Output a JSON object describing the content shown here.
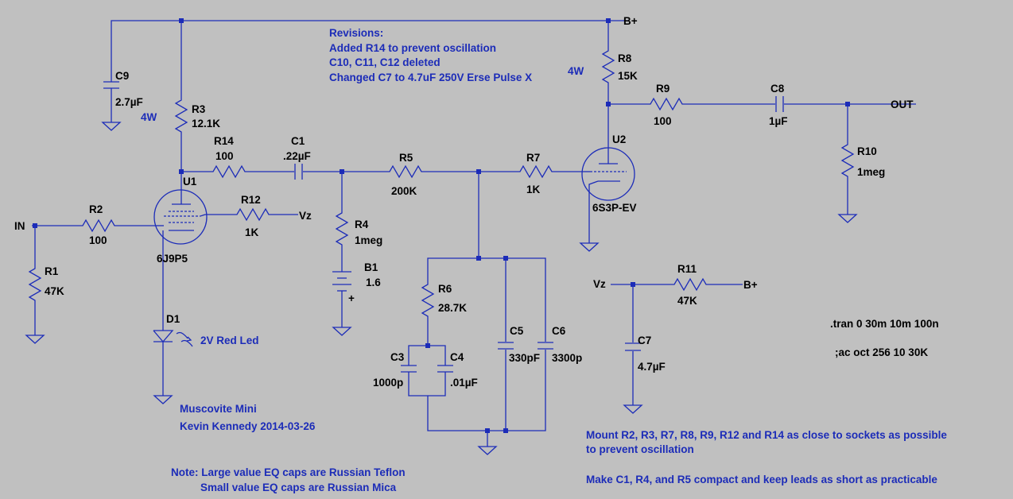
{
  "power": {
    "bplus_top": "B+",
    "bplus_r11": "B+",
    "vz_r12": "Vz",
    "vz_r11": "Vz",
    "in": "IN",
    "out": "OUT"
  },
  "components": {
    "C9": {
      "ref": "C9",
      "value": "2.7µF"
    },
    "R3": {
      "ref": "R3",
      "value": "12.1K",
      "power": "4W"
    },
    "R14": {
      "ref": "R14",
      "value": "100"
    },
    "C1": {
      "ref": "C1",
      "value": ".22µF"
    },
    "R5": {
      "ref": "R5",
      "value": "200K"
    },
    "R7": {
      "ref": "R7",
      "value": "1K"
    },
    "R8": {
      "ref": "R8",
      "value": "15K",
      "power": "4W"
    },
    "R9": {
      "ref": "R9",
      "value": "100"
    },
    "C8": {
      "ref": "C8",
      "value": "1µF"
    },
    "R10": {
      "ref": "R10",
      "value": "1meg"
    },
    "U1": {
      "ref": "U1",
      "value": "6J9P5"
    },
    "U2": {
      "ref": "U2",
      "value": "6S3P-EV"
    },
    "R2": {
      "ref": "R2",
      "value": "100"
    },
    "R12": {
      "ref": "R12",
      "value": "1K"
    },
    "R1": {
      "ref": "R1",
      "value": "47K"
    },
    "R4": {
      "ref": "R4",
      "value": "1meg"
    },
    "B1": {
      "ref": "B1",
      "value": "1.6",
      "plus": "+"
    },
    "R6": {
      "ref": "R6",
      "value": "28.7K"
    },
    "C3": {
      "ref": "C3",
      "value": "1000p"
    },
    "C4": {
      "ref": "C4",
      "value": ".01µF"
    },
    "C5": {
      "ref": "C5",
      "value": "330pF"
    },
    "C6": {
      "ref": "C6",
      "value": "3300p"
    },
    "D1": {
      "ref": "D1",
      "value": "2V Red Led"
    },
    "R11": {
      "ref": "R11",
      "value": "47K"
    },
    "C7": {
      "ref": "C7",
      "value": "4.7µF"
    }
  },
  "notes": {
    "revisions": [
      "Revisions:",
      "Added R14 to prevent oscillation",
      "C10, C11, C12 deleted",
      "Changed C7 to 4.7uF 250V Erse Pulse X"
    ],
    "title": "Muscovite Mini",
    "author": "Kevin Kennedy 2014-03-26",
    "note1": "Note: Large value EQ caps are Russian Teflon",
    "note2": "Small value EQ caps are Russian Mica",
    "tran": ".tran 0 30m 10m 100n",
    "ac": ";ac oct 256 10 30K",
    "mount1": "Mount R2, R3, R7, R8, R9, R12 and R14 as close to sockets as possible",
    "mount2": "to prevent oscillation",
    "make": "Make C1, R4, and R5 compact and keep leads as short as practicable"
  }
}
